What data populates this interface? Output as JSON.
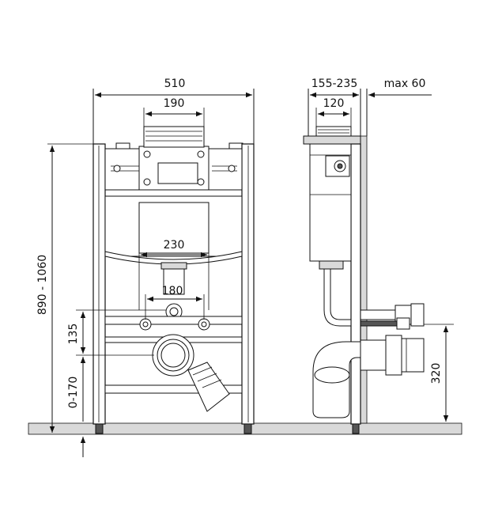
{
  "dimensions": {
    "total_width": "510",
    "flush_plate_width": "190",
    "cistern_width": "230",
    "fixing_spacing": "180",
    "frame_height": "890 - 1060",
    "fixing_height": "135",
    "foot_adjust": "0-170",
    "depth": "155-235",
    "inner_depth": "120",
    "max_distance": "max 60",
    "drain_height": "320"
  }
}
